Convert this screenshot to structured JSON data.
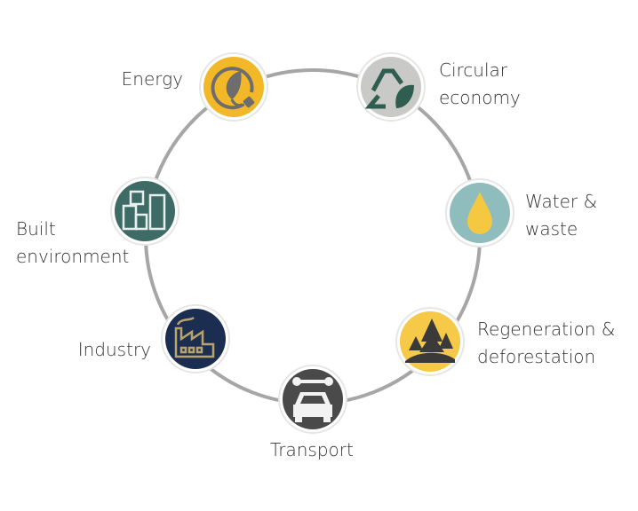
{
  "title": "Sustainability focus areas",
  "nodes": [
    {
      "id": "energy",
      "label_lines": [
        "Energy"
      ],
      "icon": "leaf-plug-icon",
      "color": "#f2b827"
    },
    {
      "id": "circular-economy",
      "label_lines": [
        "Circular",
        "economy"
      ],
      "icon": "recycle-leaf-icon",
      "color": "#c9c9c7"
    },
    {
      "id": "water-waste",
      "label_lines": [
        "Water &",
        "waste"
      ],
      "icon": "water-drop-icon",
      "color": "#8fbcbc"
    },
    {
      "id": "regeneration",
      "label_lines": [
        "Regeneration &",
        "deforestation"
      ],
      "icon": "trees-icon",
      "color": "#f7c948"
    },
    {
      "id": "transport",
      "label_lines": [
        "Transport"
      ],
      "icon": "car-wrench-icon",
      "color": "#4a4a4a"
    },
    {
      "id": "industry",
      "label_lines": [
        "Industry"
      ],
      "icon": "factory-icon",
      "color": "#1b2e52"
    },
    {
      "id": "built-environment",
      "label_lines": [
        "Built",
        "environment"
      ],
      "icon": "buildings-icon",
      "color": "#3e6b66"
    }
  ],
  "ring_color": "#a6a6a6"
}
